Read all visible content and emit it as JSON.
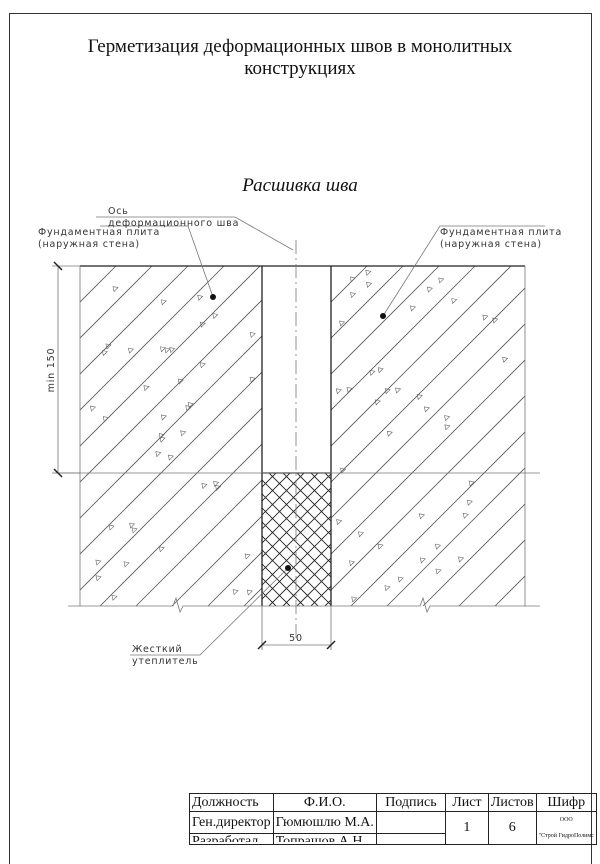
{
  "title": "Герметизация деформационных швов в монолитных конструкциях",
  "subtitle": "Расшивка шва",
  "labels": {
    "axis_line1": "Ось",
    "axis_line2": "деформационного шва",
    "left_slab_line1": "Фундаментная плита",
    "left_slab_line2": "(наружная стена)",
    "right_slab_line1": "Фундаментная плита",
    "right_slab_line2": "(наружная стена)",
    "insulation_line1": "Жесткий",
    "insulation_line2": "утеплитель",
    "dim_height": "min 150",
    "dim_width": "50"
  },
  "title_block": {
    "headers": [
      "Должность",
      "Ф.И.О.",
      "Подпись",
      "Лист",
      "Листов",
      "Шифр"
    ],
    "row1_position": "Ген.директор",
    "row1_name": "Гюмюшлю М.А.",
    "row2_position": "Разработал",
    "row2_name": "Топрашов А.Н.",
    "sheet": "1",
    "sheets": "6",
    "company_line1": "ООО",
    "company_line2": "\"Строй ГидроПолимс"
  }
}
